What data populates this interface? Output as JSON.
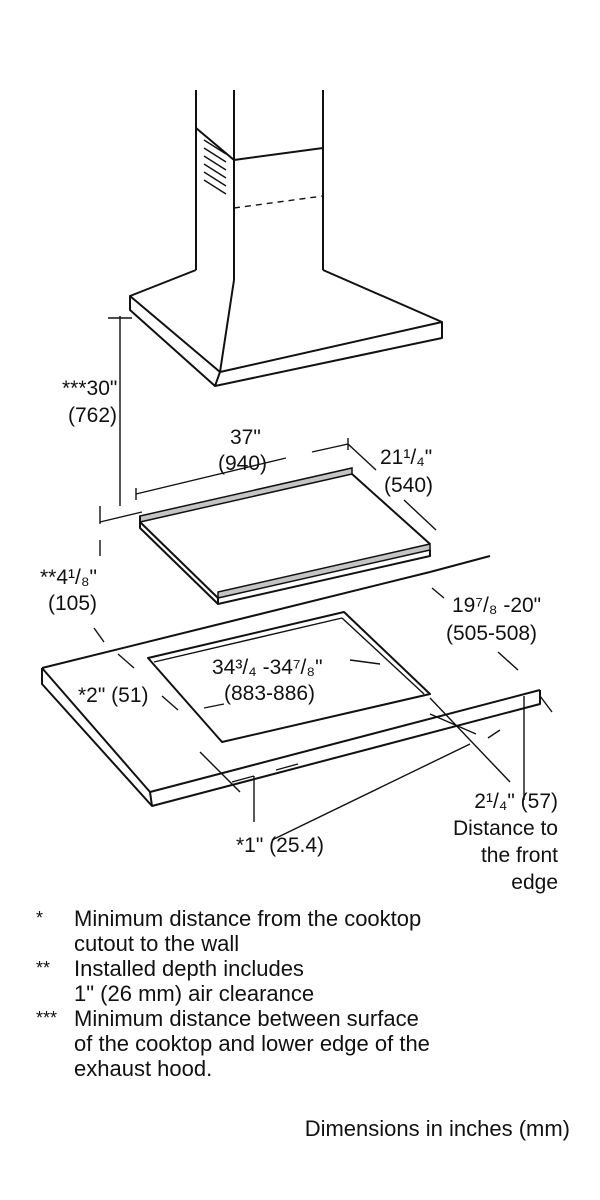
{
  "labels": {
    "hood_clearance_value": "***30\"",
    "hood_clearance_mm": "(762)",
    "cooktop_width_value": "37\"",
    "cooktop_width_mm": "(940)",
    "cooktop_depth_value": "21¹/₄\"",
    "cooktop_depth_mm": "(540)",
    "installed_depth_value": "**4¹/₈\"",
    "installed_depth_mm": "(105)",
    "cutout_depth_value": "19⁷/₈ -20\"",
    "cutout_depth_mm": "(505-508)",
    "cutout_width_value": "34³/₄ -34⁷/₈\"",
    "cutout_width_mm": "(883-886)",
    "side_clearance": "*2\" (51)",
    "rear_clearance": "*1\" (25.4)",
    "front_edge_value": "2¹/₄\" (57)",
    "front_edge_line1": "Distance to",
    "front_edge_line2": "the front",
    "front_edge_line3": "edge"
  },
  "legend": [
    {
      "mark": "*",
      "lines": [
        "Minimum distance from the cooktop",
        "cutout to the wall"
      ]
    },
    {
      "mark": "**",
      "lines": [
        "Installed depth includes",
        "1\" (26 mm) air clearance"
      ]
    },
    {
      "mark": "***",
      "lines": [
        "Minimum distance between surface",
        "of the cooktop and lower edge of the",
        "exhaust hood."
      ]
    }
  ],
  "units_note": "Dimensions in inches (mm)"
}
